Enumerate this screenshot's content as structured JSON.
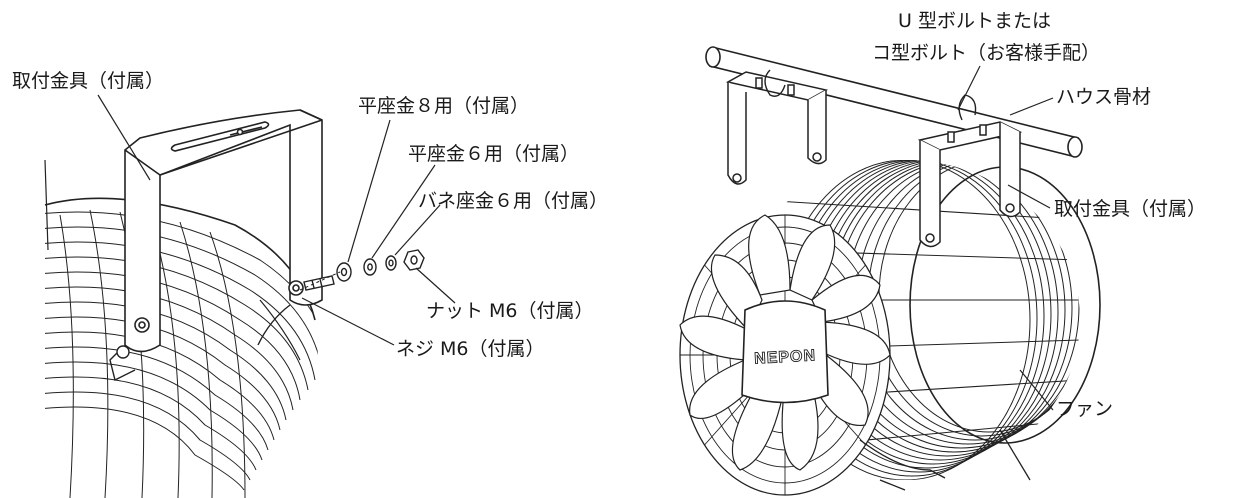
{
  "left_figure": {
    "labels": {
      "bracket": "取付金具（付属）",
      "washer8": "平座金８用（付属）",
      "washer6": "平座金６用（付属）",
      "spring_washer6": "バネ座金６用（付属）",
      "nut": "ナット M6（付属）",
      "screw": "ネジ M6（付属）"
    }
  },
  "right_figure": {
    "labels": {
      "bolt_line1": "U 型ボルトまたは",
      "bolt_line2": "コ型ボルト（お客様手配）",
      "frame": "ハウス骨材",
      "bracket": "取付金具（付属）",
      "fan": "ファン"
    },
    "brand": "NEPON"
  }
}
